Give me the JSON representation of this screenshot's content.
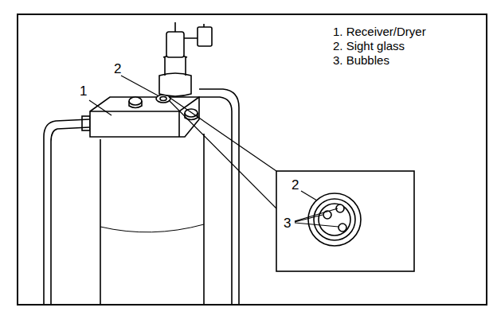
{
  "diagram": {
    "labels": [
      "1. Receiver/Dryer",
      "2. Sight glass",
      "3. Bubbles",
      "1",
      "2",
      "2",
      "3"
    ]
  }
}
